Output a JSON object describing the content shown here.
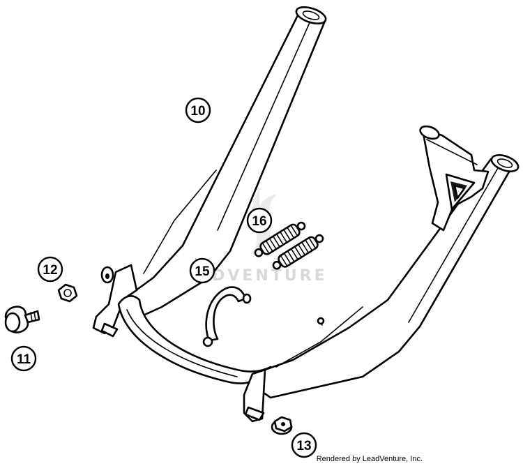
{
  "watermark": {
    "text": "LEADVENTURE"
  },
  "callouts": [
    {
      "id": "10",
      "label": "10"
    },
    {
      "id": "11",
      "label": "11"
    },
    {
      "id": "12",
      "label": "12"
    },
    {
      "id": "13",
      "label": "13"
    },
    {
      "id": "15",
      "label": "15"
    },
    {
      "id": "16",
      "label": "16"
    }
  ],
  "footer": {
    "text": "Rendered by LeadVenture, Inc."
  }
}
